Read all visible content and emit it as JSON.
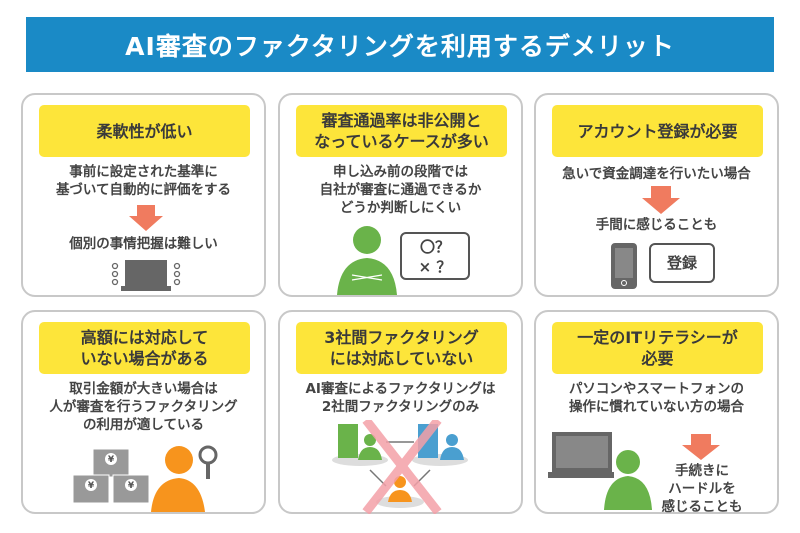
{
  "title": "AI審査のファクタリングを利用するデメリット",
  "cards": [
    {
      "heading": "柔軟性が低い",
      "lines": [
        "事前に設定された基準に",
        "基づいて自動的に評価をする"
      ],
      "result": "個別の事情把握は難しい"
    },
    {
      "heading_lines": [
        "審査通過率は非公開と",
        "なっているケースが多い"
      ],
      "lines": [
        "申し込み前の段階では",
        "自社が審査に通過できるか",
        "どうか判断しにくい"
      ],
      "bubble": [
        "〇？",
        "×  ？"
      ]
    },
    {
      "heading": "アカウント登録が必要",
      "lines": [
        "急いで資金調達を行いたい場合"
      ],
      "result": "手間に感じることも",
      "bubble": "登録"
    },
    {
      "heading_lines": [
        "高額には対応して",
        "いない場合がある"
      ],
      "lines": [
        "取引金額が大きい場合は",
        "人が審査を行うファクタリング",
        "の利用が適している"
      ],
      "yen": "¥"
    },
    {
      "heading_lines": [
        "3社間ファクタリング",
        "には対応していない"
      ],
      "lines": [
        "AI審査によるファクタリングは",
        "2社間ファクタリングのみ"
      ]
    },
    {
      "heading_lines": [
        "一定のITリテラシーが",
        "必要"
      ],
      "lines": [
        "パソコンやスマートフォンの",
        "操作に慣れていない方の場合"
      ],
      "result_lines": [
        "手続きに",
        "ハードルを",
        "感じることも"
      ]
    }
  ],
  "colors": {
    "title_bg": "#1a8ac6",
    "heading_bg": "#fde53a",
    "arrow": "#f07b5f",
    "green": "#6ab34a",
    "orange": "#f7941d",
    "blue": "#4a9fd0",
    "cross": "#f4a0a8"
  }
}
